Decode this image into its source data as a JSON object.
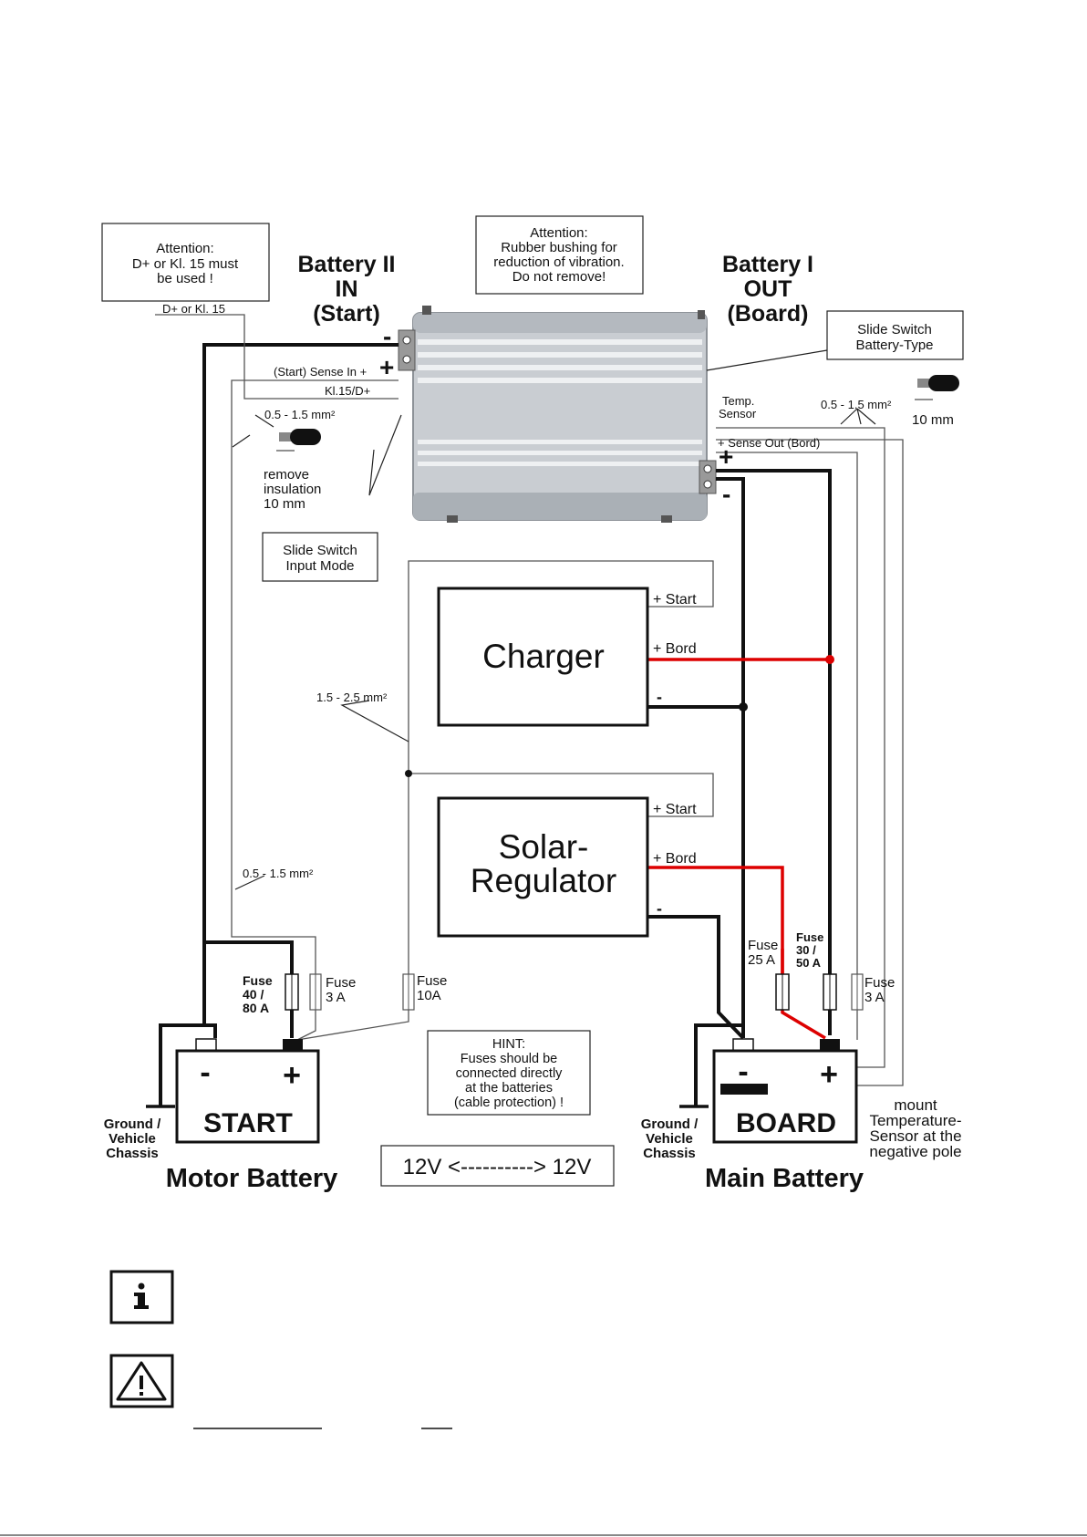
{
  "notes": {
    "d_plus": [
      "Attention:",
      "D+ or Kl. 15 must",
      "be used !"
    ],
    "rubber": [
      "Attention:",
      "Rubber bushing for",
      "reduction of vibration.",
      "Do not remove!"
    ],
    "hint": [
      "HINT:",
      "Fuses should be",
      "connected directly",
      "at the batteries",
      "(cable protection) !"
    ]
  },
  "headings": {
    "battery2": [
      "Battery II",
      "IN",
      "(Start)"
    ],
    "battery1": [
      "Battery I",
      "OUT",
      "(Board)"
    ]
  },
  "callouts": {
    "slide_type": [
      "Slide Switch",
      "Battery-Type"
    ],
    "slide_input": [
      "Slide Switch",
      "Input Mode"
    ]
  },
  "wires": {
    "d_plus_kl15": "D+ or Kl. 15",
    "sense_in": "(Start) Sense In +",
    "kl15": "Kl.15/D+",
    "gauge_a": "0.5 - 1.5 mm²",
    "gauge_b": "0.5 - 1.5 mm²",
    "gauge_c": "0.5 - 1.5 mm²",
    "gauge_main": "1.5 - 2.5 mm²",
    "temp_sensor": [
      "Temp.",
      "Sensor"
    ],
    "sense_out": "+ Sense Out (Bord)",
    "strip_left": [
      "remove",
      "insulation",
      "10 mm"
    ],
    "strip_right": "10 mm"
  },
  "terminals": {
    "in_minus": "-",
    "in_plus": "+",
    "out_plus": "+",
    "out_minus": "-"
  },
  "devices": {
    "charger": {
      "name": "Charger",
      "start": "+ Start",
      "bord": "+ Bord",
      "minus": "-"
    },
    "solar": {
      "name": [
        "Solar-",
        "Regulator"
      ],
      "start": "+ Start",
      "bord": "+ Bord",
      "minus": "-"
    }
  },
  "fuses": {
    "f1": [
      "Fuse",
      "40 /",
      "80 A"
    ],
    "f2": [
      "Fuse",
      "3 A"
    ],
    "f3": [
      "Fuse",
      "10A"
    ],
    "f4": [
      "Fuse",
      "25 A"
    ],
    "f5": [
      "Fuse",
      "30 /",
      "50 A"
    ],
    "f6": [
      "Fuse",
      "3 A"
    ]
  },
  "batteries": {
    "start": {
      "minus": "-",
      "plus": "+",
      "name": "START",
      "caption": "Motor Battery"
    },
    "board": {
      "minus": "-",
      "plus": "+",
      "name": "BOARD",
      "caption": "Main Battery"
    }
  },
  "ground": {
    "left": [
      "Ground /",
      "Vehicle",
      "Chassis"
    ],
    "right": [
      "Ground /",
      "Vehicle",
      "Chassis"
    ]
  },
  "mount_note": [
    "mount",
    "Temperature-",
    "Sensor at the",
    "negative pole"
  ],
  "voltage": "12V <----------> 12V",
  "icons": {
    "info": "info-icon",
    "warning": "warning-icon"
  },
  "colors": {
    "positive_wire": "#dd0000",
    "main_wire": "#111111",
    "sense_wire": "#555555",
    "device_housing": "#c9cdd2"
  }
}
